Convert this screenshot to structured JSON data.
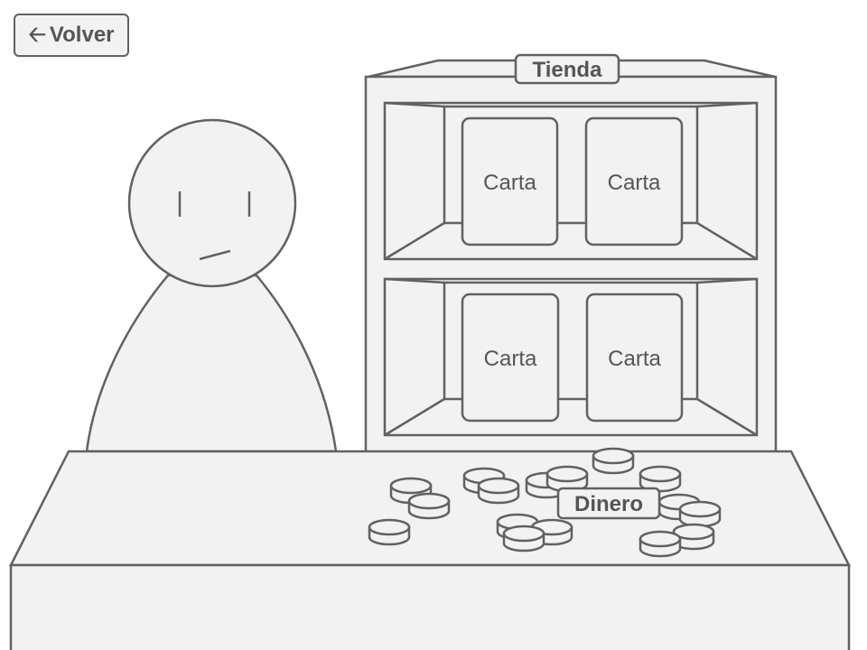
{
  "back_button": {
    "icon": "arrow-left-icon",
    "label": "Volver"
  },
  "shop": {
    "title": "Tienda",
    "cards": [
      {
        "label": "Carta"
      },
      {
        "label": "Carta"
      },
      {
        "label": "Carta"
      },
      {
        "label": "Carta"
      }
    ]
  },
  "money": {
    "label": "Dinero"
  },
  "colors": {
    "stroke": "#616161",
    "fill": "#f2f2f2",
    "text": "#555555"
  }
}
